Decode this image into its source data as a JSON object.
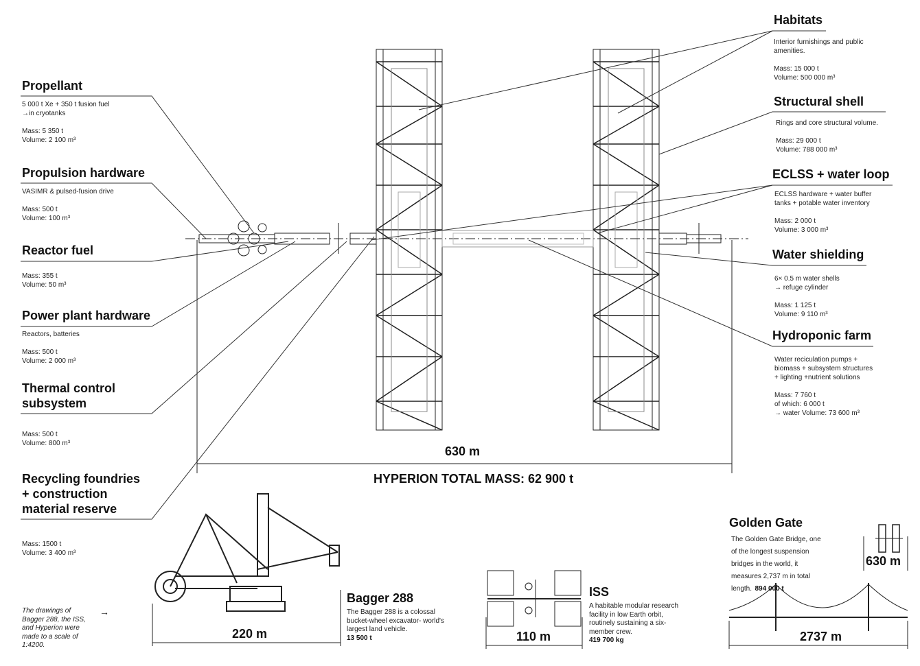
{
  "left_items": [
    {
      "title": "Propellant",
      "desc": "5 000 t Xe  + 350 t fusion fuel\n→in cryotanks",
      "mass": "Mass: 5 350 t",
      "volume": "Volume: 2 100 m³"
    },
    {
      "title": "Propulsion hardware",
      "desc": "VASIMR & pulsed-fusion drive",
      "mass": "Mass: 500 t",
      "volume": "Volume: 100 m³"
    },
    {
      "title": "Reactor fuel",
      "desc": "",
      "mass": "Mass: 355 t",
      "volume": "Volume: 50 m³"
    },
    {
      "title": "Power plant hardware",
      "desc": "Reactors, batteries",
      "mass": "Mass: 500 t",
      "volume": "Volume: 2 000 m³"
    },
    {
      "title": "Thermal control\nsubsystem",
      "desc": "",
      "mass": "Mass: 500 t",
      "volume": "Volume: 800 m³"
    },
    {
      "title": "Recycling foundries\n+ construction\nmaterial reserve",
      "desc": "",
      "mass": "Mass: 1500 t",
      "volume": "Volume: 3 400 m³"
    }
  ],
  "right_items": [
    {
      "title": "Habitats",
      "desc": "Interior furnishings and public\namenities.",
      "mass": "Mass: 15 000 t",
      "volume": "Volume: 500 000 m³"
    },
    {
      "title": "Structural shell",
      "desc": "Rings and core structural volume.",
      "mass": "Mass: 29 000 t",
      "volume": "Volume: 788 000 m³"
    },
    {
      "title": "ECLSS + water loop",
      "desc": "ECLSS hardware + water buffer\ntanks + potable water inventory",
      "mass": "Mass: 2 000 t",
      "volume": "Volume: 3 000 m³"
    },
    {
      "title": "Water shielding",
      "desc": "6× 0.5 m water shells\n→ refuge cylinder",
      "mass": "Mass: 1 125 t",
      "volume": "Volume: 9 110 m³"
    },
    {
      "title": "Hydroponic farm",
      "desc": "Water reciculation pumps +\nbiomass + subsystem structures\n+ lighting +nutrient solutions",
      "mass": "Mass: 7 760 t",
      "volume": "of which: 6 000 t\n→ water Volume: 73 600 m³"
    }
  ],
  "hyperion": {
    "length": "630 m",
    "total": "HYPERION TOTAL MASS: 62 900 t"
  },
  "comparisons": {
    "bagger": {
      "title": "Bagger 288",
      "desc": "The Bagger 288 is a colossal\nbucket-wheel excavator- world's\nlargest land vehicle.",
      "mass": "13 500 t",
      "dim": "220 m"
    },
    "iss": {
      "title": "ISS",
      "desc": "A habitable modular research\nfacility in low Earth orbit,\nroutinely sustaining a six-\nmember crew.",
      "mass": "419 700 kg",
      "dim": "110 m"
    },
    "golden_gate": {
      "title": "Golden Gate",
      "desc": "The Golden Gate Bridge, one\nof the longest suspension\nbridges in the world, it\nmeasures 2,737 m in total\nlength.",
      "mass": "894 000 t",
      "dim": "2737 m",
      "mini_dim": "630 m"
    }
  },
  "note": {
    "text": "The drawings of\nBagger 288, the ISS,\nand Hyperion were\nmade to a scale of\n1:4200.",
    "arrow": "→"
  }
}
